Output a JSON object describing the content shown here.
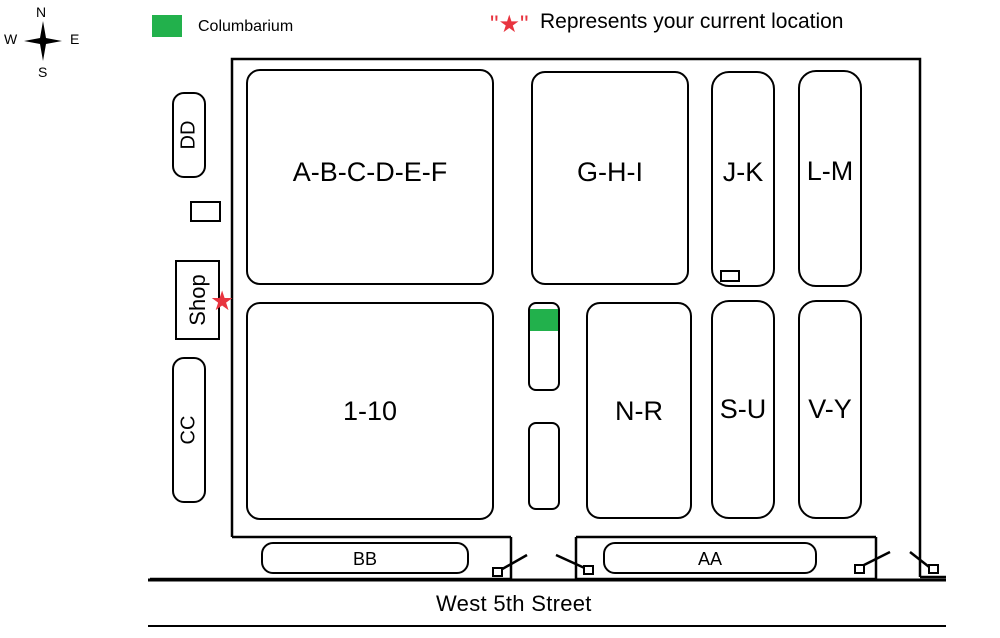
{
  "compass": {
    "north": "N",
    "south": "S",
    "east": "E",
    "west": "W"
  },
  "legend": {
    "columbarium_label": "Columbarium",
    "columbarium_color": "#22b14c",
    "location_marker": "\"★\"",
    "location_text": "Represents your current location",
    "marker_color": "#e8343f"
  },
  "sections": {
    "abcdef": "A-B-C-D-E-F",
    "ghi": "G-H-I",
    "jk": "J-K",
    "lm": "L-M",
    "one_ten": "1-10",
    "nr": "N-R",
    "su": "S-U",
    "vy": "V-Y",
    "dd": "DD",
    "cc": "CC",
    "shop": "Shop",
    "bb": "BB",
    "aa": "AA"
  },
  "street": {
    "name": "West 5th Street"
  }
}
